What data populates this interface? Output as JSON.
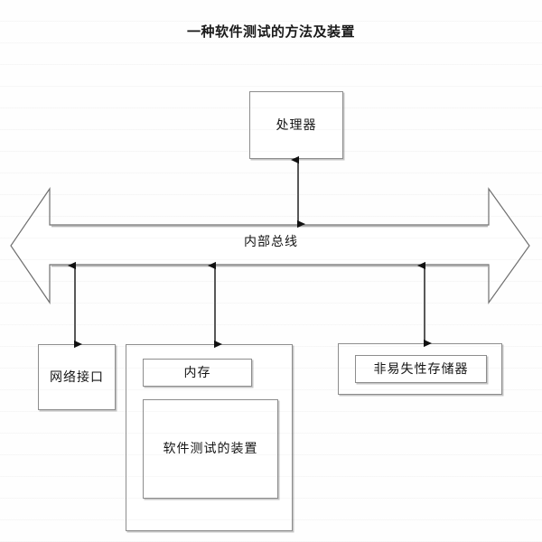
{
  "title": "一种软件测试的方法及装置",
  "diagram": {
    "bus": {
      "label": "内部总线",
      "name": "internal-bus"
    },
    "nodes": [
      {
        "id": "processor",
        "label": "处理器"
      },
      {
        "id": "network-interface",
        "label": "网络接口"
      },
      {
        "id": "memory",
        "label": "内存"
      },
      {
        "id": "software-testing-apparatus",
        "label": "软件测试的装置"
      },
      {
        "id": "non-volatile-memory",
        "label": "非易失性存储器"
      }
    ],
    "connections": [
      {
        "from": "processor",
        "to": "internal-bus",
        "type": "double-arrow"
      },
      {
        "from": "internal-bus",
        "to": "network-interface",
        "type": "double-arrow"
      },
      {
        "from": "internal-bus",
        "to": "memory",
        "type": "double-arrow"
      },
      {
        "from": "internal-bus",
        "to": "non-volatile-memory",
        "type": "double-arrow"
      }
    ]
  },
  "colors": {
    "line": "#8d8d8d",
    "arrow": "#111111",
    "text": "#141414",
    "background": "#fefefe"
  }
}
